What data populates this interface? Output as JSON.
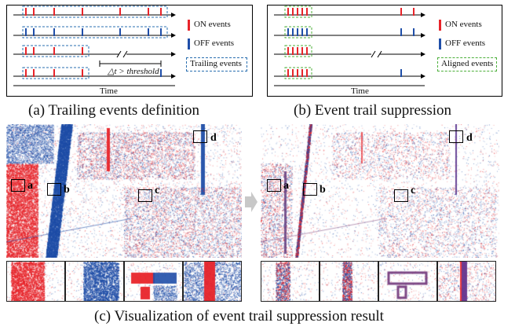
{
  "panel_a": {
    "legend": {
      "on": "ON events",
      "off": "OFF events",
      "trailing": "Trailing events"
    },
    "axis_label": "Time",
    "threshold_label": "△t > threshold",
    "caption": "(a) Trailing events definition"
  },
  "panel_b": {
    "legend": {
      "on": "ON events",
      "off": "OFF events",
      "aligned": "Aligned events"
    },
    "axis_label": "Time",
    "caption": "(b) Event trail suppression"
  },
  "panel_c": {
    "regions": [
      "a",
      "b",
      "c",
      "d"
    ],
    "caption": "(c) Visualization of event trail suppression result"
  },
  "colors": {
    "on": "#e8242a",
    "off": "#1f4ea8",
    "trailing_box": "#2a6fb0",
    "aligned_box": "#4caf3a",
    "arrow": "#c8c8c8"
  }
}
